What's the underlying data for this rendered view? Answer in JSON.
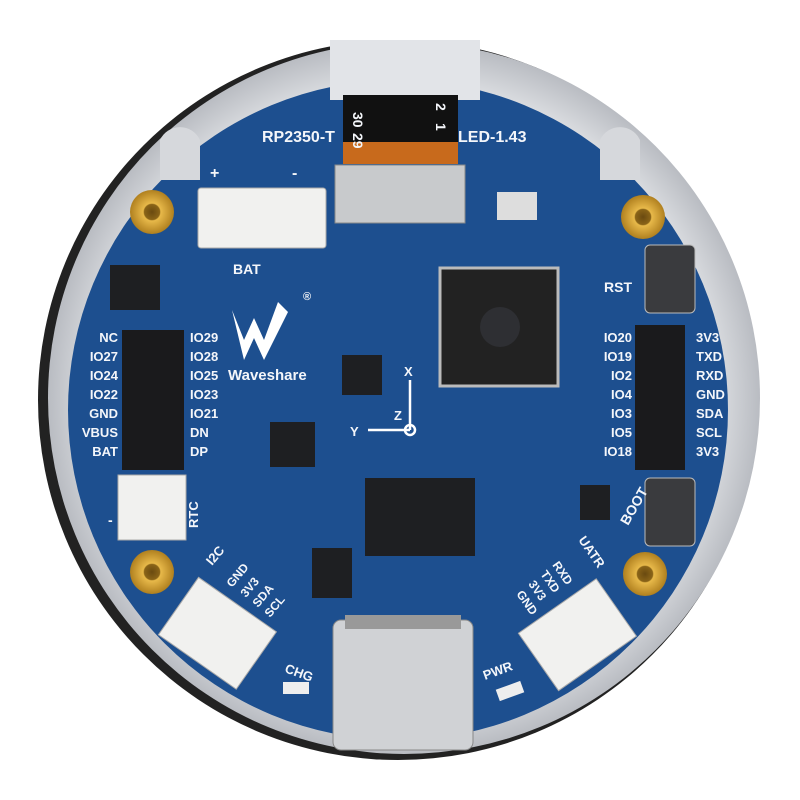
{
  "board": {
    "title_left": "RP2350-T",
    "title_right": "LED-1.43",
    "fpc_labels": [
      "30",
      "29",
      "2",
      "1"
    ],
    "brand": "Waveshare",
    "registered_mark": "®",
    "connectors": {
      "battery": "BAT",
      "battery_plus": "+",
      "battery_minus": "-",
      "rtc": "RTC",
      "rtc_minus": "-",
      "reset": "RST",
      "boot": "BOOT",
      "charge_led": "CHG",
      "power_led": "PWR"
    },
    "left_header": {
      "left_labels": [
        "NC",
        "IO27",
        "IO24",
        "IO22",
        "GND",
        "VBUS",
        "BAT"
      ],
      "right_labels": [
        "IO29",
        "IO28",
        "IO25",
        "IO23",
        "IO21",
        "DN",
        "DP"
      ]
    },
    "right_header": {
      "left_labels": [
        "IO20",
        "IO19",
        "IO2",
        "IO4",
        "IO3",
        "IO5",
        "IO18"
      ],
      "right_labels": [
        "3V3",
        "TXD",
        "RXD",
        "GND",
        "SDA",
        "SCL",
        "3V3"
      ]
    },
    "i2c_port": {
      "title": "I2C",
      "pins": [
        "GND",
        "3V3",
        "SDA",
        "SCL"
      ]
    },
    "uart_port": {
      "title": "UATR",
      "pins": [
        "RXD",
        "TXD",
        "3V3",
        "GND"
      ]
    },
    "axes": {
      "x": "X",
      "y": "Y",
      "z": "Z"
    },
    "colors": {
      "pcb": "#1d4f8f",
      "ring": "#d6d8dc",
      "silk": "#f4f6fa",
      "gold": "#c9962e"
    }
  }
}
